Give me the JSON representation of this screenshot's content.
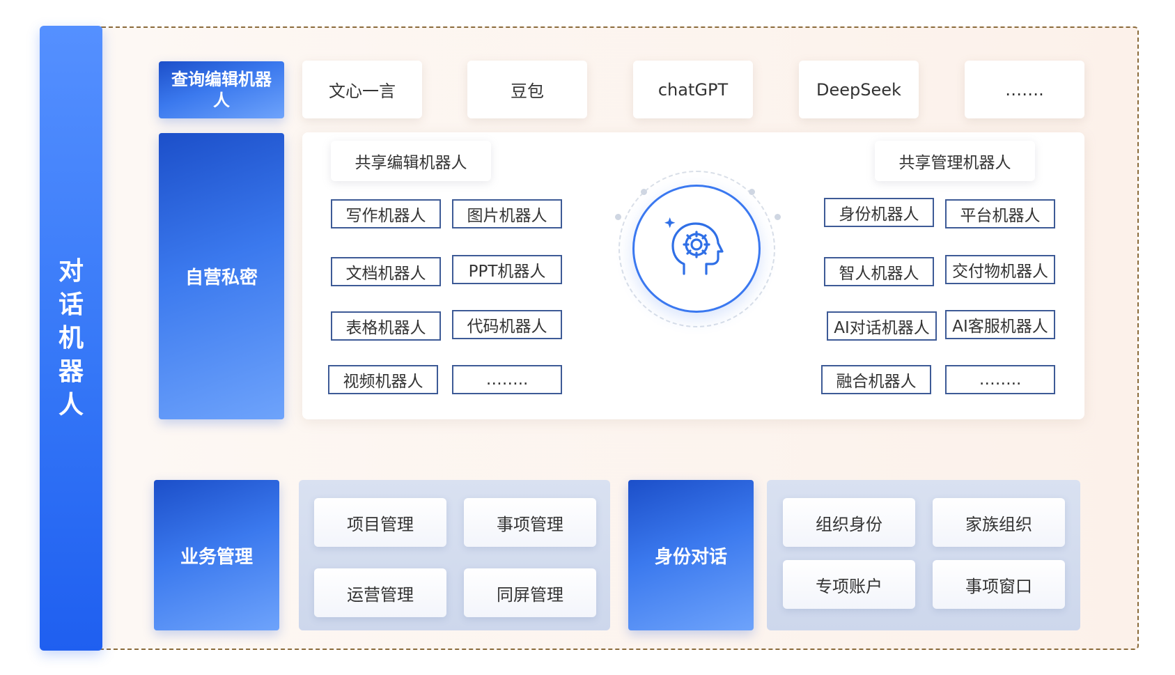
{
  "side_title": "对话机器人",
  "query_block": "查询编辑机器人",
  "self_block": "自营私密",
  "biz_block": "业务管理",
  "id_block": "身份对话",
  "models": [
    "文心一言",
    "豆包",
    "chatGPT",
    "DeepSeek",
    "……."
  ],
  "shared_edit": "共享编辑机器人",
  "shared_manage": "共享管理机器人",
  "left_bots": [
    "写作机器人",
    "图片机器人",
    "文档机器人",
    "PPT机器人",
    "表格机器人",
    "代码机器人",
    "视频机器人",
    "…….."
  ],
  "right_bots": [
    "身份机器人",
    "平台机器人",
    "智人机器人",
    "交付物机器人",
    "AI对话机器人",
    "AI客服机器人",
    "融合机器人",
    "…….."
  ],
  "biz_items": [
    "项目管理",
    "事项管理",
    "运营管理",
    "同屏管理"
  ],
  "id_items": [
    "组织身份",
    "家族组织",
    "专项账户",
    "事项窗口"
  ],
  "icon": "ai-brain-gear-icon",
  "colors": {
    "primary_blue": "#3577f7",
    "bot_border": "#3d5a96",
    "frame_border": "#8a6a3a"
  }
}
